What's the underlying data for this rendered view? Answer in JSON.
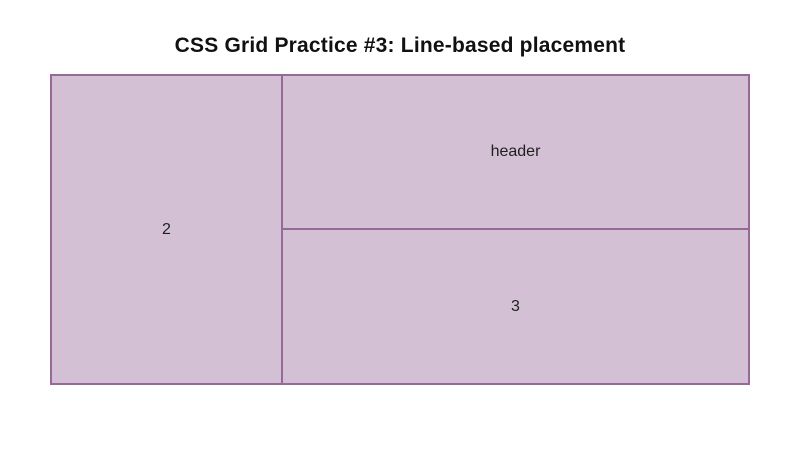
{
  "page": {
    "title": "CSS Grid Practice #3: Line-based placement"
  },
  "grid": {
    "items": [
      {
        "label": "2"
      },
      {
        "label": "header"
      },
      {
        "label": "3"
      }
    ]
  },
  "colors": {
    "page_bg": "#ffffff",
    "title_color": "#111111",
    "cell_fill": "#d4c0d4",
    "cell_stroke": "#966996",
    "label_color": "#1f1f1f"
  }
}
